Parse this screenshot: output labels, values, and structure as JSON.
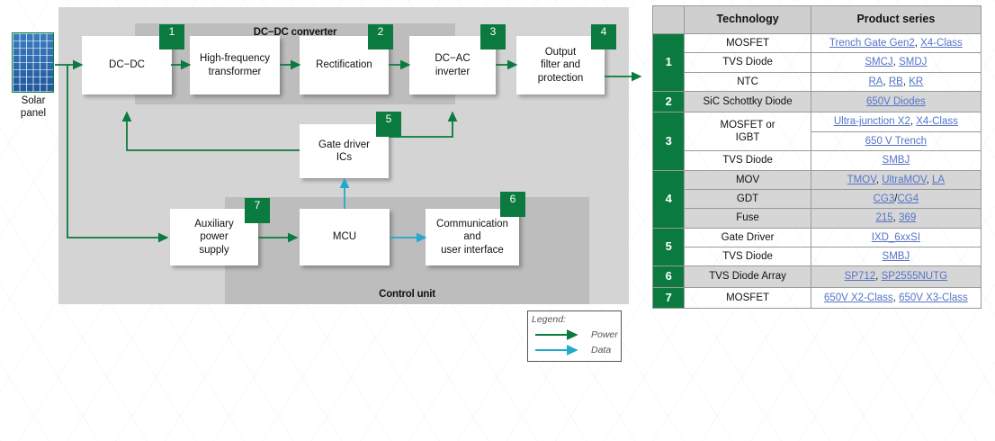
{
  "diagram": {
    "title_dcdc": "DC−DC converter",
    "title_control": "Control unit",
    "source": {
      "label_line1": "Solar",
      "label_line2": "panel",
      "name": "solar-panel"
    },
    "nodes": [
      {
        "id": "dc-dc",
        "text": "DC−DC",
        "badge": "1"
      },
      {
        "id": "hf-transformer",
        "text": "High-frequency\ntransformer",
        "badge": ""
      },
      {
        "id": "rectification",
        "text": "Rectification",
        "badge": "2"
      },
      {
        "id": "dc-ac-inverter",
        "text": "DC−AC\ninverter",
        "badge": "3"
      },
      {
        "id": "output-filter",
        "text": "Output\nfilter and\nprotection",
        "badge": "4"
      },
      {
        "id": "gate-driver-ics",
        "text": "Gate driver\nICs",
        "badge": "5"
      },
      {
        "id": "aux-power-supply",
        "text": "Auxiliary\npower\nsupply",
        "badge": "7"
      },
      {
        "id": "mcu",
        "text": "MCU",
        "badge": ""
      },
      {
        "id": "communication",
        "text": "Communication\nand\nuser interface",
        "badge": "6"
      }
    ],
    "legend": {
      "title": "Legend:",
      "items": [
        {
          "label": "Power",
          "color": "#0b7a3e"
        },
        {
          "label": "Data",
          "color": "#22aacc"
        }
      ]
    },
    "colors": {
      "badge_green": "#0b7a3e",
      "power_arrow": "#0b7a3e",
      "data_arrow": "#22aacc",
      "group_gray": "#bdbdbd",
      "canvas_gray": "#d4d4d4",
      "panel_blue": "#2f6fb5"
    }
  },
  "table": {
    "headers": {
      "num": "",
      "technology": "Technology",
      "series": "Product series"
    },
    "rows": [
      {
        "num": "1",
        "numspan": 3,
        "shaded": false,
        "technology": "MOSFET",
        "techspan": 1,
        "series": [
          "Trench Gate Gen2",
          ", ",
          "X4-Class"
        ]
      },
      {
        "num": "",
        "numspan": 0,
        "shaded": false,
        "technology": "TVS Diode",
        "techspan": 1,
        "series": [
          "SMCJ",
          ", ",
          "SMDJ"
        ]
      },
      {
        "num": "",
        "numspan": 0,
        "shaded": false,
        "technology": "NTC",
        "techspan": 1,
        "series": [
          "RA",
          ", ",
          "RB",
          ", ",
          "KR"
        ]
      },
      {
        "num": "2",
        "numspan": 1,
        "shaded": true,
        "technology": "SiC Schottky Diode",
        "techspan": 1,
        "series": [
          "650V Diodes"
        ]
      },
      {
        "num": "3",
        "numspan": 3,
        "shaded": false,
        "technology": "MOSFET or\nIGBT",
        "techspan": 2,
        "series": [
          "Ultra-junction X2",
          ", ",
          "X4-Class"
        ]
      },
      {
        "num": "",
        "numspan": 0,
        "shaded": false,
        "technology": "",
        "techspan": 0,
        "series": [
          "650 V Trench"
        ]
      },
      {
        "num": "",
        "numspan": 0,
        "shaded": false,
        "technology": "TVS Diode",
        "techspan": 1,
        "series": [
          "SMBJ"
        ]
      },
      {
        "num": "4",
        "numspan": 3,
        "shaded": true,
        "technology": "MOV",
        "techspan": 1,
        "series": [
          "TMOV",
          ", ",
          "UltraMOV",
          ", ",
          "LA"
        ]
      },
      {
        "num": "",
        "numspan": 0,
        "shaded": true,
        "technology": "GDT",
        "techspan": 1,
        "series": [
          "CG3",
          "/",
          "CG4"
        ]
      },
      {
        "num": "",
        "numspan": 0,
        "shaded": true,
        "technology": "Fuse",
        "techspan": 1,
        "series": [
          "215",
          ", ",
          "369"
        ]
      },
      {
        "num": "5",
        "numspan": 2,
        "shaded": false,
        "technology": "Gate Driver",
        "techspan": 1,
        "series": [
          "IXD_6xxSI"
        ]
      },
      {
        "num": "",
        "numspan": 0,
        "shaded": false,
        "technology": "TVS Diode",
        "techspan": 1,
        "series": [
          "SMBJ"
        ]
      },
      {
        "num": "6",
        "numspan": 1,
        "shaded": true,
        "technology": "TVS Diode Array",
        "techspan": 1,
        "series": [
          "SP712",
          ", ",
          "SP2555NUTG"
        ]
      },
      {
        "num": "7",
        "numspan": 1,
        "shaded": false,
        "technology": "MOSFET",
        "techspan": 1,
        "series": [
          "650V X2-Class",
          ", ",
          "650V X3-Class"
        ]
      }
    ],
    "link_separators": [
      ", ",
      "/"
    ],
    "colors": {
      "header_gray": "#cfcfcf",
      "num_green": "#0b7a3e",
      "link_blue": "#5674c8",
      "row_shade": "#d6d6d6"
    }
  }
}
